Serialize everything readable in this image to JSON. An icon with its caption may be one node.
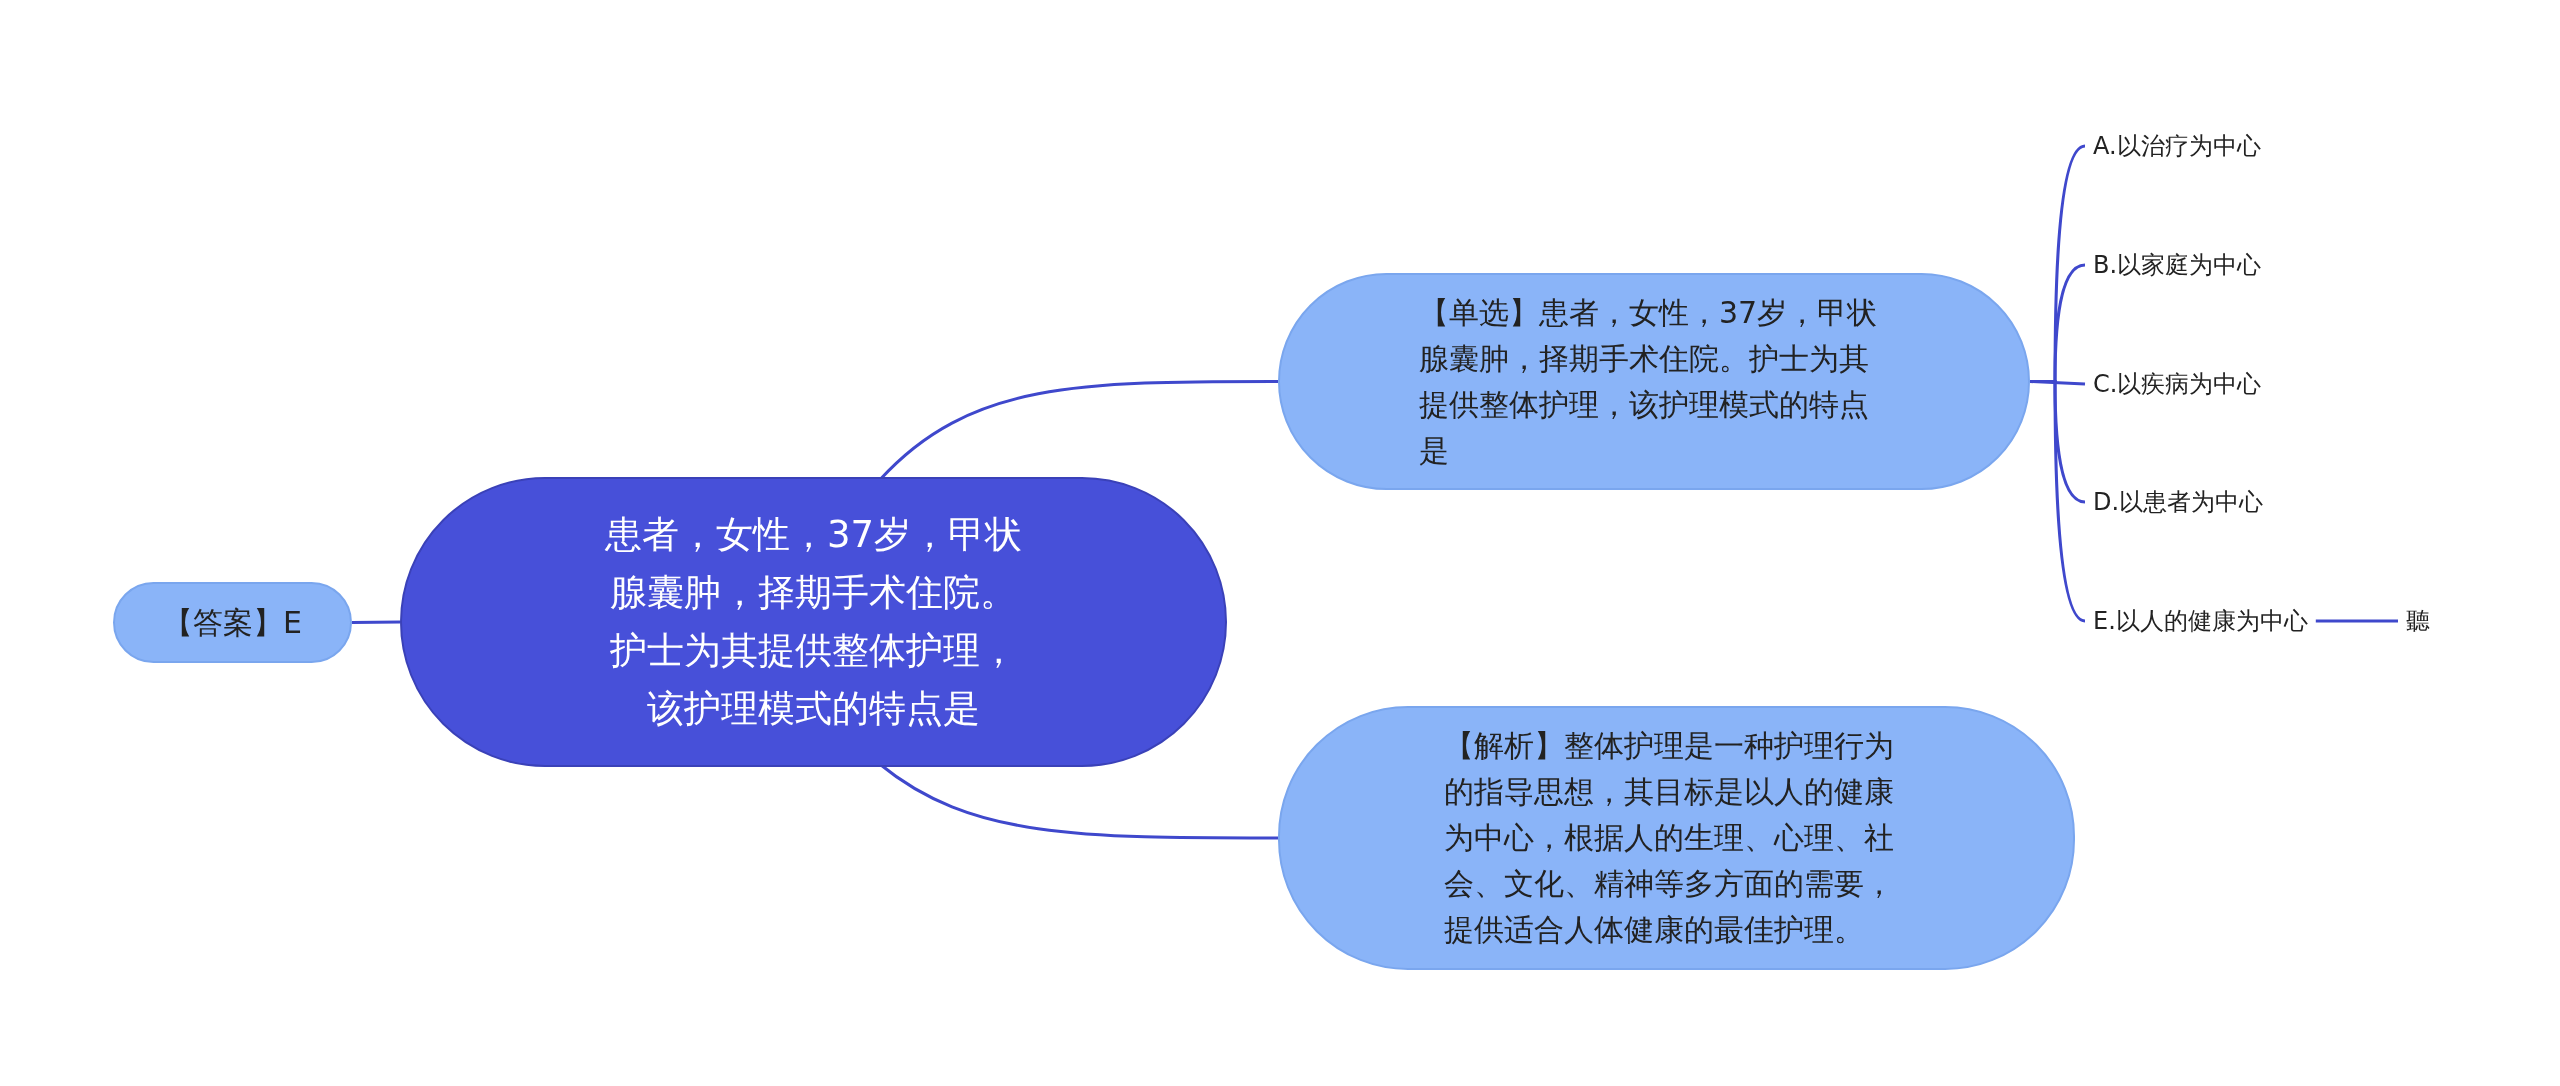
{
  "diagram": {
    "nodes": [
      {
        "text": [
          "患者，女性，37岁，甲状腺囊肿，择期手术住院。护士为其提供整体护理，该护理模式的特点是"
        ]
      },
      {
        "text": [
          "【答案】E"
        ]
      },
      {
        "text": [
          "【单选】患者，女性，37岁，甲状腺囊肿，择期手术住院。护士为其提供整体护理，该护理模式的特点是"
        ]
      },
      {
        "text": [
          "A.以治疗为中心"
        ]
      },
      {
        "text": [
          "B.以家庭为中心"
        ]
      },
      {
        "text": [
          "C.以疾病为中心"
        ]
      },
      {
        "text": [
          "D.以患者为中心"
        ]
      },
      {
        "text": [
          "E.以人的健康为中心"
        ]
      },
      {
        "text": [
          "聽"
        ]
      },
      {
        "text": [
          "【解析】整体护理是一种护理行为的指导思想，其目标是以人的健康为中心，根据人的生理、心理、社会、文化、精神等多方面的需要，提供适合人体健康的最佳护理。"
        ]
      }
    ],
    "edges": [
      {
        "from": 0,
        "to": 1,
        "arrow": "none"
      },
      {
        "from": 0,
        "to": 2,
        "arrow": "none"
      },
      {
        "from": 2,
        "to": 3,
        "arrow": "none"
      },
      {
        "from": 2,
        "to": 4,
        "arrow": "none"
      },
      {
        "from": 2,
        "to": 5,
        "arrow": "none"
      },
      {
        "from": 2,
        "to": 6,
        "arrow": "none"
      },
      {
        "from": 2,
        "to": 7,
        "arrow": "none"
      },
      {
        "from": 7,
        "to": 8,
        "arrow": "none"
      },
      {
        "from": 0,
        "to": 9,
        "arrow": "none"
      }
    ]
  }
}
